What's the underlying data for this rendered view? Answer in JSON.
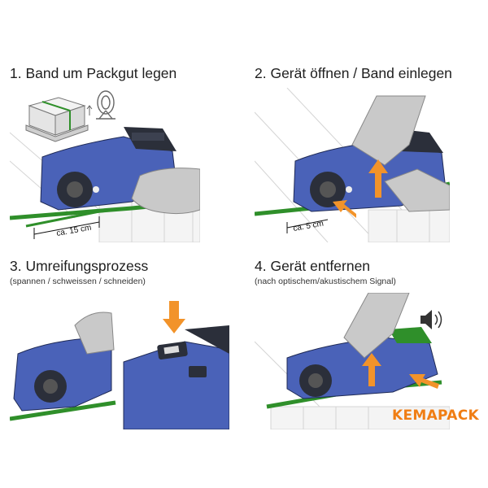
{
  "steps": [
    {
      "title": "1. Band um Packgut legen",
      "subtitle": "",
      "measure": "ca. 15 cm"
    },
    {
      "title": "2. Gerät öffnen / Band einlegen",
      "subtitle": "",
      "measure": "ca. 5 cm"
    },
    {
      "title": "3. Umreifungsprozess",
      "subtitle": "(spannen / schweissen / schneiden)",
      "measure": ""
    },
    {
      "title": "4. Gerät entfernen",
      "subtitle": "(nach optischem/akustischem Signal)",
      "measure": ""
    }
  ],
  "brand": {
    "logo_text": "KEMAPACK"
  },
  "colors": {
    "tool_blue": "#4a62b8",
    "tool_dark": "#2b2f3a",
    "strap_green": "#2f8f2a",
    "arrow_orange": "#f2932a",
    "brand_orange": "#f07e14",
    "glove_gray": "#c9c9c9"
  },
  "icons": [
    "speaker-icon",
    "orange-arrow-icon",
    "pallet-icon",
    "strap-coil-icon"
  ]
}
